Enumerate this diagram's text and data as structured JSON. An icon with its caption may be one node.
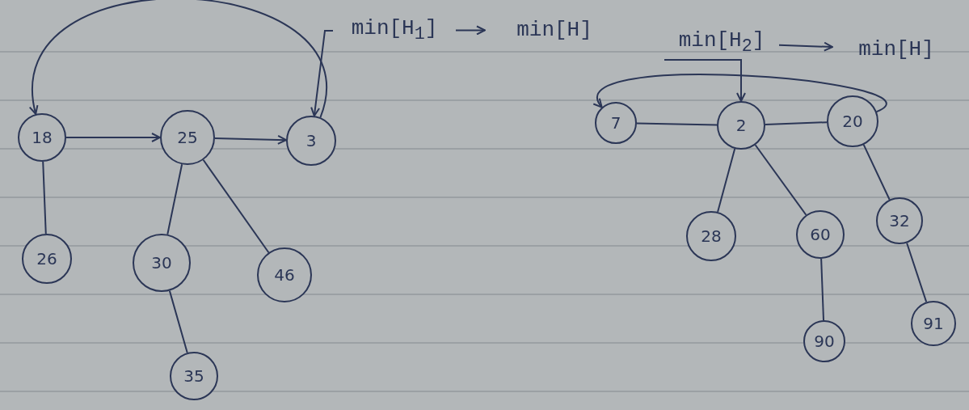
{
  "diagram": {
    "nodes": [
      {
        "text": [
          "18"
        ]
      },
      {
        "text": [
          "25"
        ]
      },
      {
        "text": [
          "3"
        ]
      },
      {
        "text": [
          "26"
        ]
      },
      {
        "text": [
          "30"
        ]
      },
      {
        "text": [
          "46"
        ]
      },
      {
        "text": [
          "35"
        ]
      },
      {
        "text": [
          "min[H$_{1}$]"
        ]
      },
      {
        "text": [
          "min[H]"
        ]
      },
      {
        "text": [
          "min[H$_{2}$]"
        ]
      },
      {
        "text": [
          "min[H]"
        ]
      },
      {
        "text": [
          "7"
        ]
      },
      {
        "text": [
          "2"
        ]
      },
      {
        "text": [
          "20"
        ]
      },
      {
        "text": [
          "28"
        ]
      },
      {
        "text": [
          "60"
        ]
      },
      {
        "text": [
          "32"
        ]
      },
      {
        "text": [
          "90"
        ]
      },
      {
        "text": [
          "91"
        ]
      }
    ],
    "edges": [
      {
        "from": 0,
        "to": 1,
        "arrow": "to"
      },
      {
        "from": 1,
        "to": 2,
        "arrow": "to"
      },
      {
        "from": 2,
        "to": 0,
        "arrow": "to"
      },
      {
        "from": 0,
        "to": 3,
        "arrow": "none"
      },
      {
        "from": 1,
        "to": 4,
        "arrow": "none"
      },
      {
        "from": 1,
        "to": 5,
        "arrow": "none"
      },
      {
        "from": 4,
        "to": 6,
        "arrow": "none"
      },
      {
        "from": 7,
        "to": 8,
        "arrow": "to"
      },
      {
        "from": 7,
        "to": 2,
        "arrow": "to"
      },
      {
        "from": 9,
        "to": 10,
        "arrow": "to"
      },
      {
        "from": 9,
        "to": 12,
        "arrow": "to"
      },
      {
        "from": 11,
        "to": 12,
        "arrow": "none"
      },
      {
        "from": 12,
        "to": 13,
        "arrow": "none"
      },
      {
        "from": 13,
        "to": 11,
        "arrow": "to"
      },
      {
        "from": 12,
        "to": 14,
        "arrow": "none"
      },
      {
        "from": 12,
        "to": 15,
        "arrow": "none"
      },
      {
        "from": 15,
        "to": 17,
        "arrow": "none"
      },
      {
        "from": 13,
        "to": 16,
        "arrow": "none"
      },
      {
        "from": 16,
        "to": 18,
        "arrow": "none"
      }
    ]
  }
}
